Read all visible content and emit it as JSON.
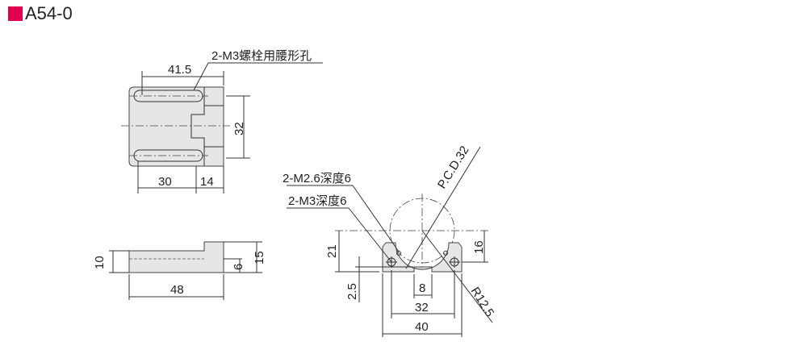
{
  "title": {
    "label": "A54-0",
    "marker_color": "#e0004d"
  },
  "top_view": {
    "note": "2-M3螺栓用腰形孔",
    "dim_length": "41.5",
    "dim_width": "32",
    "dim_a": "30",
    "dim_b": "14"
  },
  "side_view": {
    "dim_height_left": "10",
    "dim_length": "48",
    "dim_step": "6",
    "dim_height": "15"
  },
  "front_view": {
    "note_1": "2-M2.6深度6",
    "note_2": "2-M3深度6",
    "pcd": "P.C.D.32",
    "dim_21": "21",
    "dim_16": "16",
    "dim_2_5": "2.5",
    "dim_8": "8",
    "dim_32": "32",
    "dim_40": "40",
    "radius": "R12.5"
  }
}
